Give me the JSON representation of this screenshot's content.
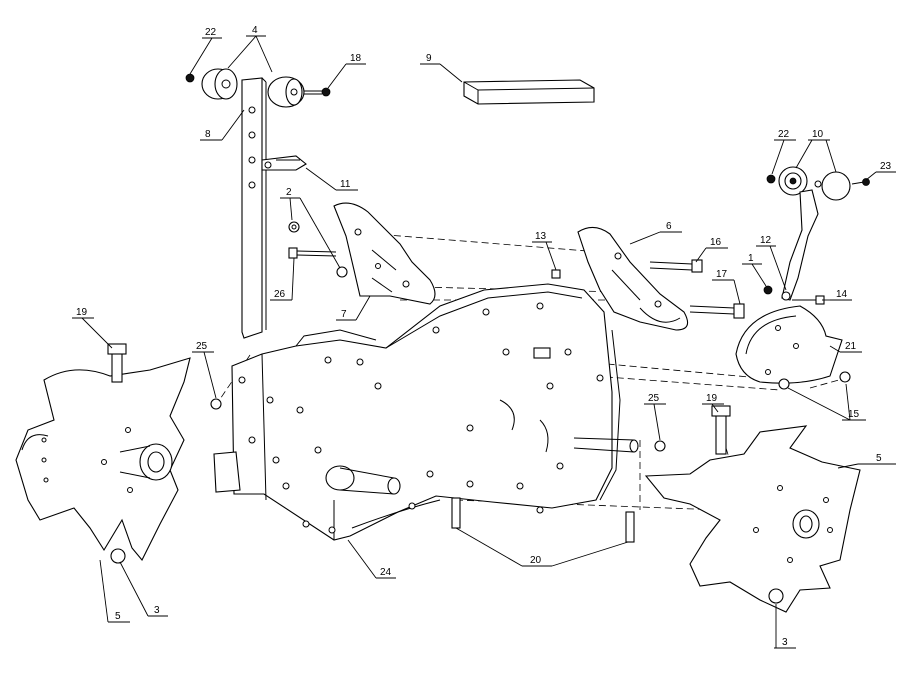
{
  "callouts": [
    {
      "label": "22"
    },
    {
      "label": "4"
    },
    {
      "label": "18"
    },
    {
      "label": "9"
    },
    {
      "label": "8"
    },
    {
      "label": "11"
    },
    {
      "label": "2"
    },
    {
      "label": "26"
    },
    {
      "label": "7"
    },
    {
      "label": "13"
    },
    {
      "label": "6"
    },
    {
      "label": "16"
    },
    {
      "label": "17"
    },
    {
      "label": "22"
    },
    {
      "label": "10"
    },
    {
      "label": "23"
    },
    {
      "label": "12"
    },
    {
      "label": "1"
    },
    {
      "label": "14"
    },
    {
      "label": "21"
    },
    {
      "label": "15"
    },
    {
      "label": "19"
    },
    {
      "label": "25"
    },
    {
      "label": "25"
    },
    {
      "label": "19"
    },
    {
      "label": "5"
    },
    {
      "label": "24"
    },
    {
      "label": "20"
    },
    {
      "label": "5"
    },
    {
      "label": "3"
    },
    {
      "label": "3"
    }
  ]
}
